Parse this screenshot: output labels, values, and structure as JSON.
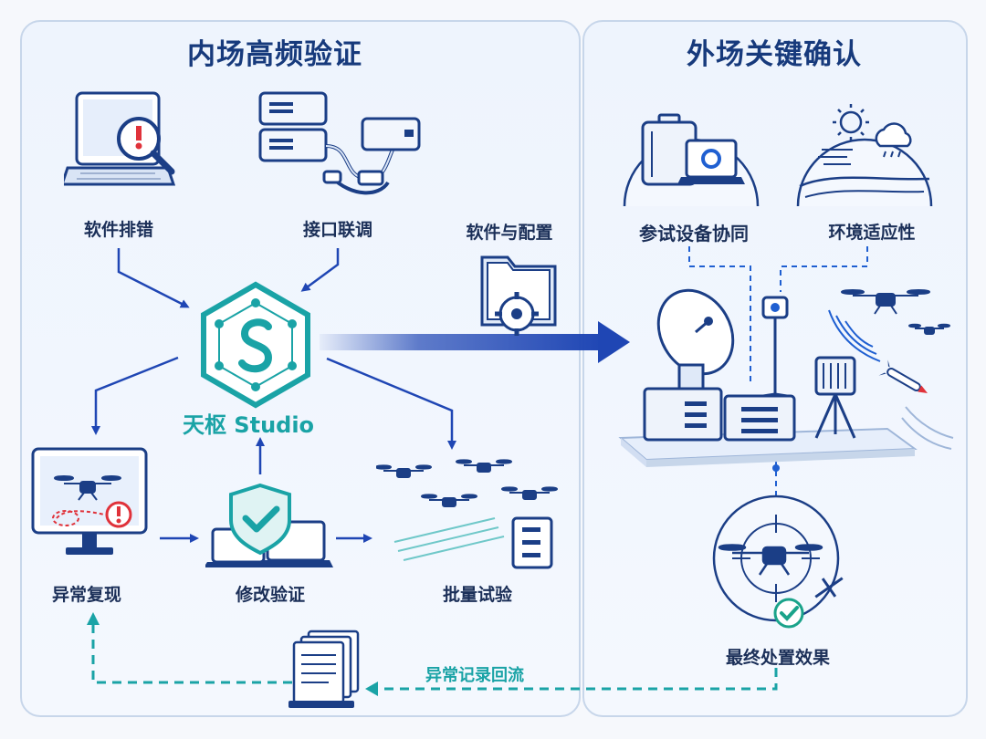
{
  "sections": {
    "inner": {
      "title": "内场高频验证"
    },
    "outer": {
      "title": "外场关键确认"
    }
  },
  "nodes": {
    "software_debug": "软件排错",
    "interface_joint": "接口联调",
    "studio": "天枢 Studio",
    "anomaly_reproduce": "异常复现",
    "modify_verify": "修改验证",
    "batch_test": "批量试验",
    "software_config": "软件与配置",
    "equipment_coop": "参试设备协同",
    "env_adapt": "环境适应性",
    "final_effect": "最终处置效果",
    "anomaly_flow": "异常记录回流"
  },
  "colors": {
    "navy": "#173a7c",
    "arrow_blue": "#1f46b4",
    "teal": "#1aa3a6",
    "panel_border": "#c7d6ea",
    "alert_red": "#e0323a",
    "ok_green": "#1aa38a"
  },
  "icons": {
    "software_debug": "laptop-magnifier-icon",
    "interface_joint": "server-cable-icon",
    "studio": "hexagon-s-logo-icon",
    "anomaly_reproduce": "monitor-drone-alert-icon",
    "modify_verify": "shield-check-laptop-icon",
    "batch_test": "drone-swarm-server-icon",
    "software_config": "folder-gear-icon",
    "equipment_coop": "case-laptop-icon",
    "env_adapt": "weather-icon",
    "field_platform": "radar-platform-icon",
    "final_effect": "target-drone-icon",
    "anomaly_flow": "document-stack-icon"
  }
}
